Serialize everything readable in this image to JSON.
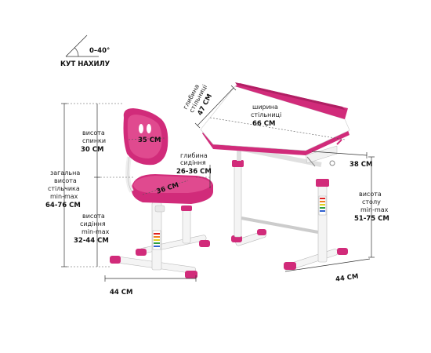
{
  "tilt": {
    "value": "0–40°",
    "label": "КУТ НАХИЛУ"
  },
  "desk_depth": {
    "line1": "глибина",
    "line2": "стільниці",
    "value": "47 СМ"
  },
  "desk_width": {
    "line1": "ширина",
    "line2": "стільниці",
    "value": "66 СМ"
  },
  "back_height": {
    "line1": "висота",
    "line2": "спинки",
    "value": "30 СМ"
  },
  "back_width": {
    "value": "35 СМ"
  },
  "seat_depth": {
    "line1": "глибина",
    "line2": "сидіння",
    "value": "26-36 СМ"
  },
  "seat_width": {
    "value": "36 СМ"
  },
  "chair_total": {
    "line1": "загальна",
    "line2": "висота",
    "line3": "стільчика",
    "line4": "min-max",
    "value": "64-76 СМ"
  },
  "seat_height": {
    "line1": "висота",
    "line2": "сидіння",
    "line3": "min-max",
    "value": "32-44 СМ"
  },
  "chair_base": {
    "value": "44 СМ"
  },
  "desk_side": {
    "value": "38 СМ"
  },
  "desk_height": {
    "line1": "висота",
    "line2": "столу",
    "line3": "min-max",
    "value": "51-75 СМ"
  },
  "desk_base": {
    "value": "44 СМ"
  },
  "colors": {
    "accent": "#d12b7a",
    "frame": "#f4f4f4",
    "line": "#333333"
  }
}
